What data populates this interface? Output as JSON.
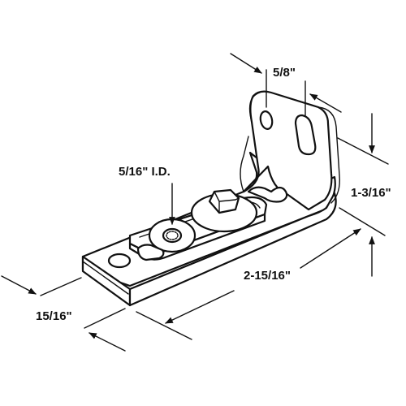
{
  "diagram": {
    "dimensions": {
      "hole_spacing": "5/8\"",
      "inner_diameter": "5/16\" I.D.",
      "upright_height": "1-3/16\"",
      "base_length": "2-15/16\"",
      "base_width": "15/16\""
    }
  }
}
